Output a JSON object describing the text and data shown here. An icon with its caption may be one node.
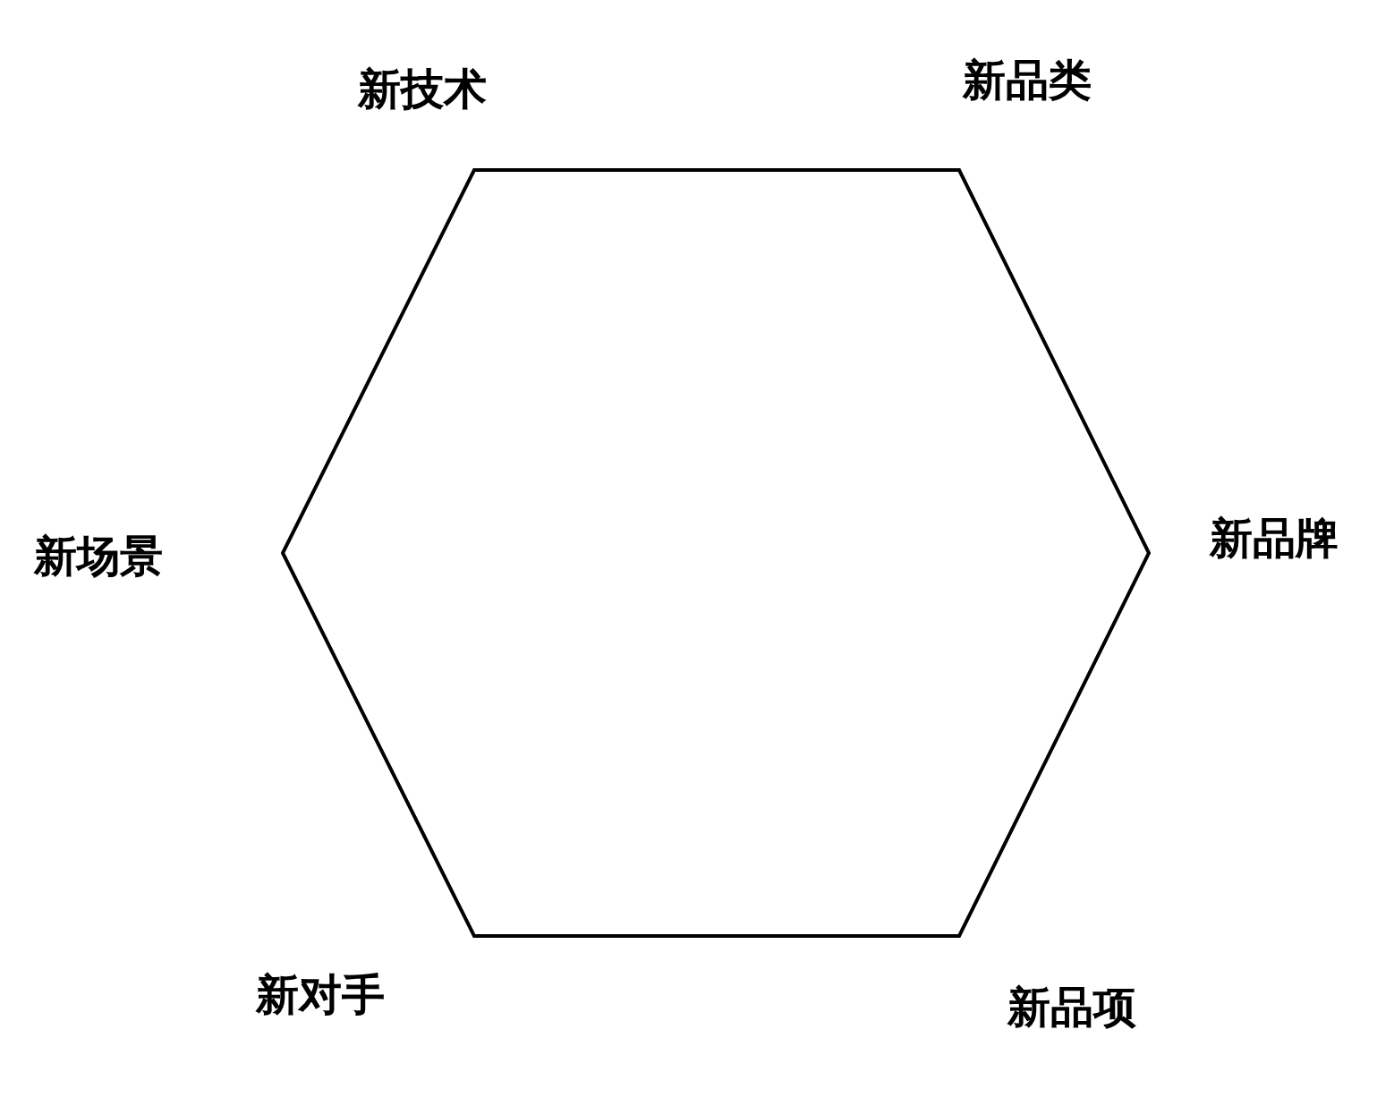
{
  "diagram": {
    "nodes": [
      {
        "text": [],
        "shape": "hexagon"
      }
    ],
    "labels": [
      "新技术",
      "新品类",
      "新场景",
      "新品牌",
      "新对手",
      "新品项"
    ]
  }
}
